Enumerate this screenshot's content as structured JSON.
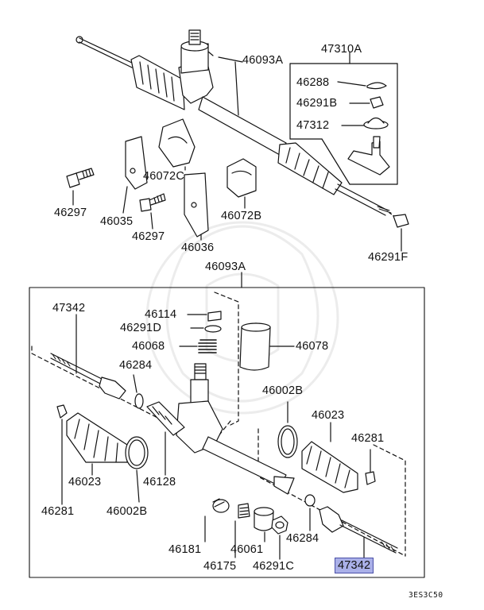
{
  "diagram_code": "3ES3C50",
  "highlight_color": "#aab0e8",
  "labels": {
    "p47310A": "47310A",
    "p46093A_top": "46093A",
    "p46288": "46288",
    "p46291B": "46291B",
    "p47312": "47312",
    "p46072C": "46072C",
    "p46297_left": "46297",
    "p46035": "46035",
    "p46297_mid": "46297",
    "p46036": "46036",
    "p46072B": "46072B",
    "p46291F": "46291F",
    "p46093A_box": "46093A",
    "p47342_left": "47342",
    "p46114": "46114",
    "p46291D": "46291D",
    "p46068": "46068",
    "p46078": "46078",
    "p46284_left": "46284",
    "p46002B_right": "46002B",
    "p46023_right": "46023",
    "p46281_right": "46281",
    "p46023_left": "46023",
    "p46128": "46128",
    "p46281_left": "46281",
    "p46002B_left": "46002B",
    "p46181": "46181",
    "p46175": "46175",
    "p46061": "46061",
    "p46291C": "46291C",
    "p46284_right": "46284",
    "p47342_highlight": "47342"
  }
}
